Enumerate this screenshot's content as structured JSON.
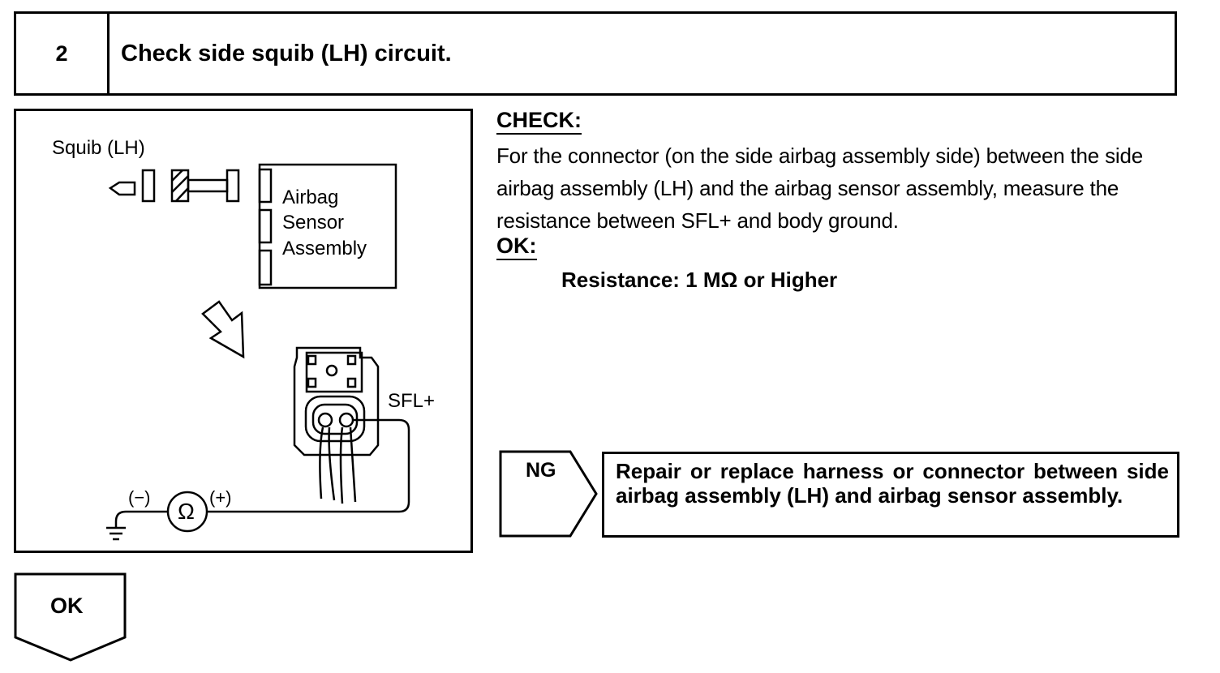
{
  "step": {
    "number": "2",
    "title": "Check side squib (LH) circuit."
  },
  "figure": {
    "squib_label": "Squib (LH)",
    "ecu_label_line1": "Airbag",
    "ecu_label_line2": "Sensor",
    "ecu_label_line3": "Assembly",
    "terminal_label": "SFL+",
    "meter_neg": "(−)",
    "meter_symbol": "Ω",
    "meter_pos": "(+)"
  },
  "check": {
    "heading": "CHECK:",
    "body": "For the connector (on the side airbag assembly side) between the side airbag assembly (LH) and the airbag sensor assembly, measure the resistance between SFL+ and body ground."
  },
  "ok": {
    "heading": "OK:",
    "spec": "Resistance: 1 MΩ or Higher"
  },
  "ng_branch": {
    "tag": "NG",
    "action": "Repair or replace harness or connector between side airbag assembly (LH) and airbag sensor assembly."
  },
  "ok_branch": {
    "tag": "OK"
  }
}
